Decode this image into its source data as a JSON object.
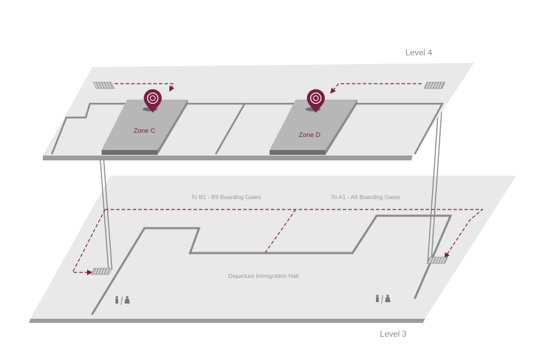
{
  "levels": {
    "upper": "Level 4",
    "lower": "Level 3"
  },
  "zones": [
    {
      "id": "c",
      "label": "Zone C",
      "icon": "map-pin-icon"
    },
    {
      "id": "d",
      "label": "Zone D",
      "icon": "map-pin-icon"
    }
  ],
  "routes": {
    "b_gates": "To B1 - B9 Boarding Gates",
    "a_gates": "To A1 - A9 Boarding Gates",
    "hall": "Departure Immigration Hall"
  },
  "icons": {
    "escalator": "escalator-icon",
    "restroom": "restroom-icon"
  },
  "colors": {
    "accent": "#7b1d45",
    "floor": "#e8e9e8",
    "floor_edge": "#999999",
    "zone_fill": "#b7b7b7",
    "zone_edge": "#6d6d6d",
    "wall": "#8a8a8a"
  }
}
